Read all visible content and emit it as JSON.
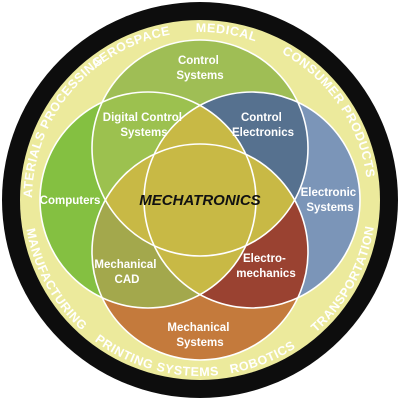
{
  "diagram": {
    "center_label": "MECHATRONICS",
    "regions": {
      "control_systems": [
        "Control",
        "Systems"
      ],
      "digital_control_systems": [
        "Digital Control",
        "Systems"
      ],
      "control_electronics": [
        "Control",
        "Electronics"
      ],
      "computers": [
        "Computers"
      ],
      "electronic_systems": [
        "Electronic",
        "Systems"
      ],
      "mechanical_cad": [
        "Mechanical",
        "CAD"
      ],
      "electromechanics": [
        "Electro-",
        "mechanics"
      ],
      "mechanical_systems": [
        "Mechanical",
        "Systems"
      ]
    },
    "ring_top": {
      "aerospace": "AEROSPACE",
      "medical": "MEDICAL",
      "consumer_products": "CONSUMER PRODUCTS",
      "materials_processing": "MATERIALS PROCESSING"
    },
    "ring_bottom": {
      "manufacturing": "MANUFACTURING",
      "printing_systems": "PRINTING SYSTEMS",
      "robotics": "ROBOTICS",
      "transportation": "TRANSPORTATION"
    },
    "colors": {
      "outer_ring": "#0d0d0d",
      "background": "#ecea9c",
      "top_circle": "#9fbe55",
      "left_circle": "#84c041",
      "right_circle": "#7b95b8",
      "bottom_circle": "#c47a3c",
      "center": "#c8b945"
    }
  }
}
